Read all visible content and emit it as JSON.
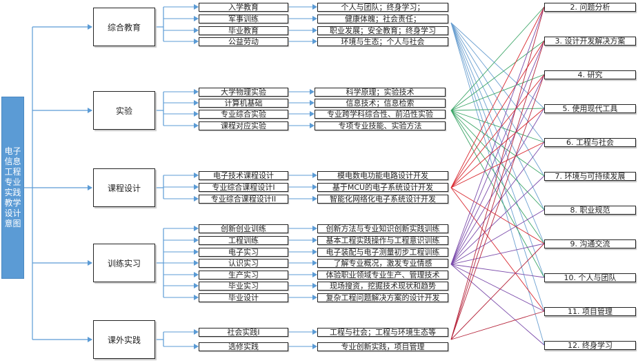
{
  "root": {
    "label": "电子信息工程专业实践教学设计意图"
  },
  "categories": [
    {
      "label": "综合教育",
      "items": [
        {
          "name": "入学教育",
          "desc": "个人与团队；终身学习；"
        },
        {
          "name": "军事训练",
          "desc": "健康体魄；社会责任；"
        },
        {
          "name": "毕业教育",
          "desc": "职业发展；安全教育；终身学习"
        },
        {
          "name": "公益劳动",
          "desc": "环境与生态；个人与社会"
        }
      ]
    },
    {
      "label": "实验",
      "items": [
        {
          "name": "大学物理实验",
          "desc": "科学原理；实验技术"
        },
        {
          "name": "计算机基础",
          "desc": "信息技术；信息检索"
        },
        {
          "name": "专业综合实验",
          "desc": "专业跨学科综合性、前沿性实验"
        },
        {
          "name": "课程对应实验",
          "desc": "专项专业技能、实验方法"
        }
      ]
    },
    {
      "label": "课程设计",
      "items": [
        {
          "name": "电子技术课程设计",
          "desc": "模电数电功能电路设计开发"
        },
        {
          "name": "专业综合课程设计I",
          "desc": "基于MCU的电子系统设计开发"
        },
        {
          "name": "专业综合课程设计II",
          "desc": "智能化网络化电子系统设计开发"
        }
      ]
    },
    {
      "label": "训练实习",
      "items": [
        {
          "name": "创新创业训练",
          "desc": "创新方法与专业知识创新实践训练"
        },
        {
          "name": "工程训练",
          "desc": "基本工程实践操作与工程意识训练"
        },
        {
          "name": "电子实习",
          "desc": "电子装配与电子测量初步工程训练"
        },
        {
          "name": "认识实习",
          "desc": "了解专业概况，激发专业情感"
        },
        {
          "name": "生产实习",
          "desc": "体验职业领域专业生产、管理技术"
        },
        {
          "name": "毕业实习",
          "desc": "现场搜资，挖掘技术现状和趋势"
        },
        {
          "name": "毕业设计",
          "desc": "复杂工程问题解决方案的设计开发"
        }
      ]
    },
    {
      "label": "课外实践",
      "items": [
        {
          "name": "社会实践I",
          "desc": "工程与社会；工程与环境生态等"
        },
        {
          "name": "选修实践",
          "desc": "专业创新实践，项目管理"
        }
      ]
    }
  ],
  "outcomes": [
    "2. 问题分析",
    "3. 设计开发解决方案",
    "4. 研究",
    "5. 使用现代工具",
    "6. 工程与社会",
    "7. 环境与可持续发展",
    "8. 职业规范",
    "9. 沟通交流",
    "10. 个人与团队",
    "11. 项目管理",
    "12. 终身学习"
  ],
  "colors": {
    "flow": "#5b9bd5",
    "root_fill": "#5b9bd5",
    "link_blue": "#6a9fd0",
    "link_green": "#3aa566",
    "link_red": "#d9272e",
    "link_purple": "#7a4aaa",
    "link_darkred": "#b5233a"
  },
  "mappings": [
    {
      "from": "军事训练",
      "color": "link_blue",
      "to": [
        5,
        6,
        7,
        8,
        9,
        10,
        11,
        12
      ]
    },
    {
      "from": "信息技术；信息检索",
      "color": "link_green",
      "to": [
        2,
        3,
        4,
        5,
        6,
        7,
        8,
        9,
        10
      ]
    },
    {
      "from": "基于MCU的电子系统设计开发",
      "color": "link_red",
      "to": [
        2,
        3,
        4,
        5,
        6,
        9,
        11
      ]
    },
    {
      "from": "了解专业概况，激发专业情感",
      "color": "link_purple",
      "to": [
        2,
        3,
        4,
        5,
        6,
        7,
        8,
        9,
        10,
        11,
        12
      ]
    },
    {
      "from": "专业创新实践，项目管理",
      "color": "link_darkred",
      "to": [
        2,
        3,
        4,
        9,
        11
      ]
    }
  ]
}
